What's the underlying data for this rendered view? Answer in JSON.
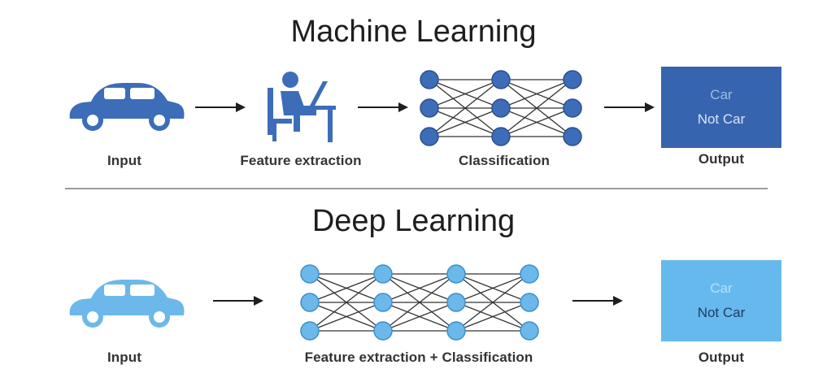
{
  "colors": {
    "ml_blue": "#3d6db8",
    "dl_blue": "#6cb8ea",
    "ml_out_bg": "#3764ae",
    "dl_out_bg": "#66b9ec",
    "arrow": "#1e1e1e",
    "divider": "#9a9a9a"
  },
  "machine_learning": {
    "title": "Machine Learning",
    "input_label": "Input",
    "feature_label": "Feature extraction",
    "classification_label": "Classification",
    "output_label": "Output",
    "output_options": [
      "Car",
      "Not Car"
    ],
    "icons": [
      "car-icon",
      "person-at-laptop-icon",
      "neural-network-icon"
    ]
  },
  "deep_learning": {
    "title": "Deep Learning",
    "input_label": "Input",
    "combined_label": "Feature extraction + Classification",
    "output_label": "Output",
    "output_options": [
      "Car",
      "Not Car"
    ],
    "icons": [
      "car-icon",
      "neural-network-icon"
    ]
  }
}
